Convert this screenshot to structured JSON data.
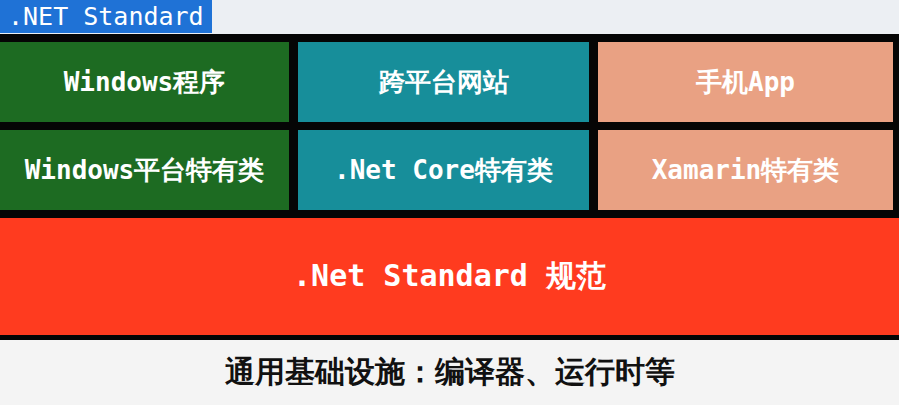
{
  "diagram": {
    "title": ".NET Standard",
    "nodes": [
      {
        "text": [
          "Windows程序"
        ]
      },
      {
        "text": [
          "跨平台网站"
        ]
      },
      {
        "text": [
          "手机App"
        ]
      },
      {
        "text": [
          "Windows平台特有类"
        ]
      },
      {
        "text": [
          ".Net Core特有类"
        ]
      },
      {
        "text": [
          "Xamarin特有类"
        ]
      },
      {
        "text": [
          ".Net Standard 规范"
        ]
      },
      {
        "text": [
          "通用基础设施：编译器、运行时等"
        ]
      }
    ]
  }
}
